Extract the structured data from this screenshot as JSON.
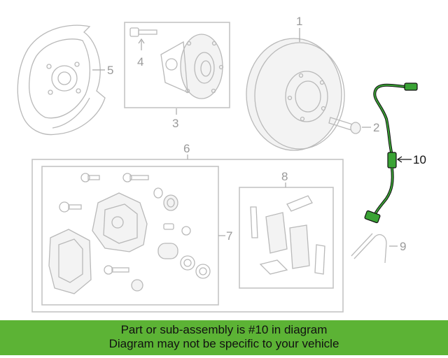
{
  "diagram": {
    "callouts": {
      "c1": "1",
      "c2": "2",
      "c3": "3",
      "c4": "4",
      "c5": "5",
      "c6": "6",
      "c7": "7",
      "c8": "8",
      "c9": "9",
      "c10": "10"
    },
    "highlight_color": "#3aa335",
    "banner_color": "#5cb335"
  },
  "banner": {
    "line1": "Part or sub-assembly is #10 in diagram",
    "line2": "Diagram may not be specific to your vehicle"
  }
}
